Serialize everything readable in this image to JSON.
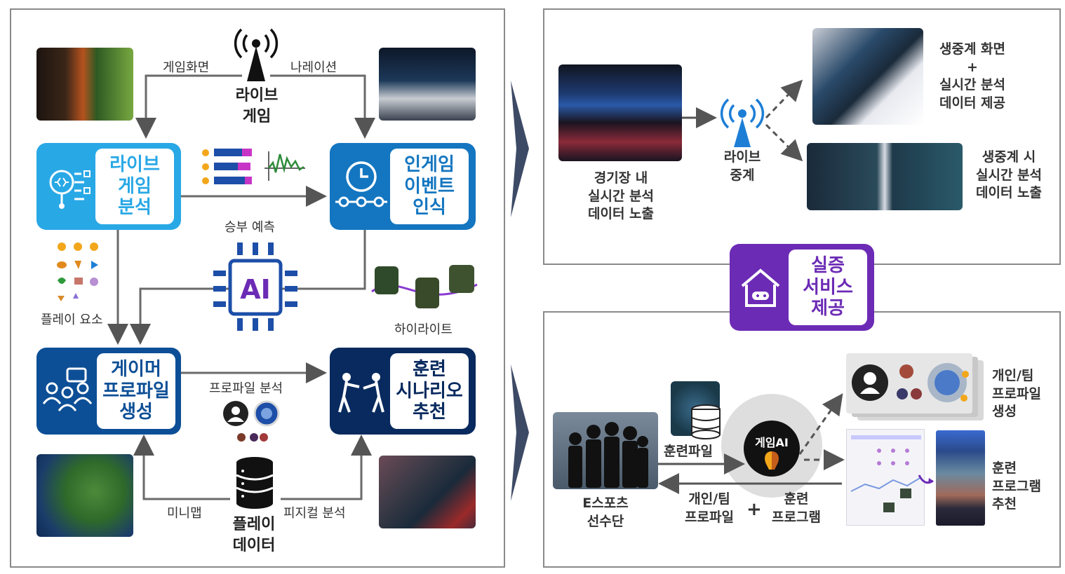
{
  "left": {
    "top_inputs": {
      "game_screen": "게임화면",
      "narration": "나레이션"
    },
    "live_game": [
      "라이브",
      "게임"
    ],
    "boxes": {
      "live_analysis": [
        "라이브",
        "게임",
        "분석"
      ],
      "ingame_event": [
        "인게임",
        "이벤트",
        "인식"
      ],
      "gamer_profile": [
        "게이머",
        "프로파일",
        "생성"
      ],
      "training": [
        "훈련",
        "시나리오",
        "추천"
      ]
    },
    "win_prediction": "승부 예측",
    "ai_chip": "AI",
    "play_elements": "플레이 요소",
    "highlight": "하이라이트",
    "profile_analysis": "프로파일 분석",
    "minimap": "미니맵",
    "physical_analysis": "피지컬 분석",
    "play_data": [
      "플레이",
      "데이터"
    ]
  },
  "center": {
    "service": [
      "실증",
      "서비스",
      "제공"
    ]
  },
  "right_top": {
    "stadium": [
      "경기장 내",
      "실시간 분석",
      "데이터 노출"
    ],
    "live_broadcast": [
      "라이브",
      "중계"
    ],
    "mobile": [
      "생중계 화면",
      "+",
      "실시간 분석",
      "데이터 제공"
    ],
    "monitor": [
      "생중계 시",
      "실시간 분석",
      "데이터 노출"
    ]
  },
  "right_bottom": {
    "esports_team": [
      "E스포츠",
      "선수단"
    ],
    "training_file": "훈련파일",
    "game_ai": "게임AI",
    "profile_program": {
      "profile": [
        "개인/팀",
        "프로파일"
      ],
      "plus": "+",
      "program": [
        "훈련",
        "프로그램"
      ]
    },
    "team_profile": [
      "개인/팀",
      "프로파일",
      "생성"
    ],
    "training_program": [
      "훈련",
      "프로그램",
      "추천"
    ]
  },
  "colors": {
    "light_blue": "#29a8e6",
    "mid_blue": "#1476c0",
    "dark_blue": "#0d4f96",
    "navy": "#082a5e",
    "purple": "#6c2bb5",
    "chevron": "#3d4a66"
  }
}
